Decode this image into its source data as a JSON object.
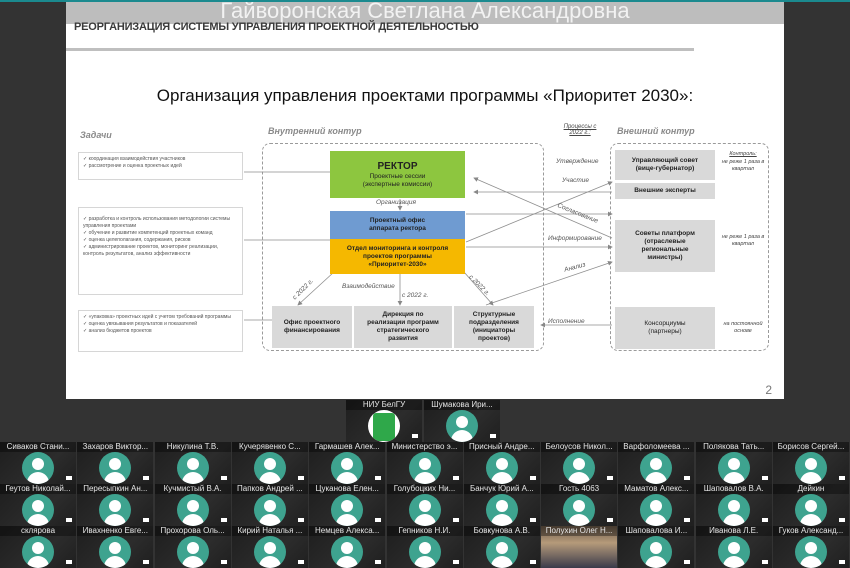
{
  "presenter_name": "Гайворонская Светлана Александровна",
  "slide": {
    "section_title": "РЕОРГАНИЗАЦИЯ СИСТЕМЫ УПРАВЛЕНИЯ ПРОЕКТНОЙ ДЕЯТЕЛЬНОСТЬЮ",
    "title": "Организация управления проектами программы «Приоритет 2030»:",
    "page_number": "2",
    "labels": {
      "tasks": "Задачи",
      "inner": "Внутренний контур",
      "processes": "Процессы с 2022 г.:",
      "outer": "Внешний контур"
    },
    "tasks": [
      [
        "координация взаимодействия участников",
        "рассмотрение и оценка проектных идей"
      ],
      [
        "разработка и контроль использования методологии системы управления проектами",
        "обучение и развитие компетенций проектных команд",
        "оценка целеполагания, содержания, рисков",
        "администрирование проектов, мониторинг реализации, контроль результатов, анализ эффективности"
      ],
      [
        "«упаковка» проектных идей с учетом требований программы",
        "оценка увязывания результатов и показателей",
        "анализ бюджетов проектов"
      ]
    ],
    "inner": {
      "rector_title": "РЕКТОР",
      "rector_sub": "Проектные сессии (экспертные комиссии)",
      "organization": "Организация",
      "project_office": "Проектный офис аппарата ректора",
      "monitoring": "Отдел мониторинга и контроля проектов программы «Приоритет-2030»",
      "interaction": "Взаимодействие",
      "since": "с 2022 г.",
      "finance_office": "Офис проектного финансирования",
      "directorate": "Дирекция по реализации программ стратегического развития",
      "structural": "Структурные подразделения (инициаторы проектов)"
    },
    "processes": [
      "Утверждение",
      "Участие",
      "Согласование",
      "Информирование",
      "Анализ",
      "Исполнение"
    ],
    "outer": {
      "board": "Управляющий совет (вице-губернатор)",
      "experts": "Внешние эксперты",
      "platforms": "Советы платформ (отраслевые региональные министры)",
      "consortia": "Консорциумы (партнеры)",
      "control_title": "Контроль:",
      "control_1": "не реже 1 раза в квартал",
      "control_2": "не реже 1 раза в квартал",
      "control_3": "на постоянной основе"
    }
  },
  "participants_top": [
    {
      "name": "НИУ БелГУ",
      "type": "logo"
    },
    {
      "name": "Шумакова Ири...",
      "type": "avatar"
    }
  ],
  "participants": [
    [
      "Сиваков Стани...",
      "Захаров Виктор...",
      "Никулина Т.В.",
      "Кучерявенко С...",
      "Гармашев Алек...",
      "Министерство э...",
      "Присный Андре...",
      "Белоусов Никол...",
      "Варфоломеева ...",
      "Полякова Тать...",
      "Борисов Сергей..."
    ],
    [
      "Геутов Николай...",
      "Пересыпкин Ан...",
      "Кучмистый В.А.",
      "Папков Андрей ...",
      "Цуканова Елен...",
      "Голубоцких Ни...",
      "Банчук Юрий А...",
      "Гость 4063",
      "Маматов Алекс...",
      "Шаповалов В.А.",
      "Дейкин"
    ],
    [
      "склярова",
      "Ивахненко Евге...",
      "Прохорова Оль...",
      "Кирий Наталья ...",
      "Немцев Алекса...",
      "Гепников Н.И.",
      "Бовкунова А.В.",
      "Полухин Олег Н...",
      "Шаповалова И...",
      "Иванова Л.Е.",
      "Гуков Александ..."
    ]
  ],
  "video_participant": "Полухин Олег Н..."
}
